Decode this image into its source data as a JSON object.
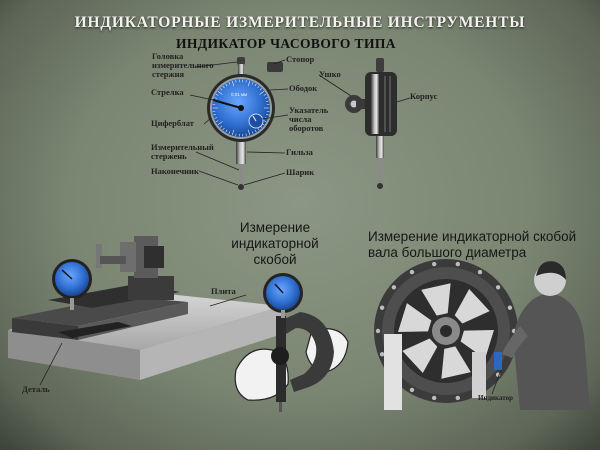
{
  "title": "ИНДИКАТОРНЫЕ ИЗМЕРИТЕЛЬНЫЕ ИНСТРУМЕНТЫ",
  "subtitle": "ИНДИКАТОР ЧАСОВОГО ТИПА",
  "dial_text": "0,01 мм",
  "labels": {
    "head": [
      "Головка",
      "измерительного",
      "стержня"
    ],
    "needle": "Стрелка",
    "dial": "Циферблат",
    "rod": [
      "Измерительный",
      "стержень"
    ],
    "tip": "Наконечник",
    "stopper": "Стопор",
    "rim": "Ободок",
    "counter": [
      "Указатель",
      "числа",
      "оборотов"
    ],
    "sleeve": "Гильза",
    "ball": "Шарик",
    "ear": "Ушко",
    "body": "Корпус",
    "plate": "Плита",
    "part": "Деталь",
    "indicator": "Индикатор"
  },
  "captions": {
    "bracket": [
      "Измерение",
      "индикаторной",
      "скобой"
    ],
    "shaft": [
      "Измерение индикаторной скобой",
      "вала большого диаметра"
    ]
  },
  "colors": {
    "dial_blue": "#2f6fd0",
    "background": "#7d8775"
  }
}
